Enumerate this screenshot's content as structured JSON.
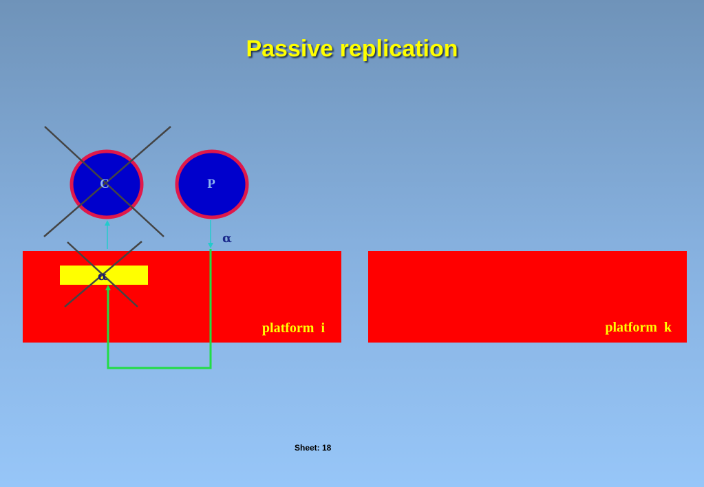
{
  "title": "Passive replication",
  "nodes": {
    "client": {
      "label": "C"
    },
    "primary": {
      "label": "P"
    }
  },
  "platforms": {
    "i": {
      "label": "platform  i"
    },
    "k": {
      "label": "platform  k"
    }
  },
  "state": {
    "label": "α"
  },
  "message": {
    "label": "α"
  },
  "footer": {
    "sheet": "Sheet: 18"
  },
  "colors": {
    "platform": "#ff0000",
    "state_box": "#ffff00",
    "node_fill": "#0000cc",
    "node_border": "#e0184a",
    "arrow_up": "#22cccc",
    "return_path": "#22dd44",
    "failure_cross": "#444444"
  }
}
